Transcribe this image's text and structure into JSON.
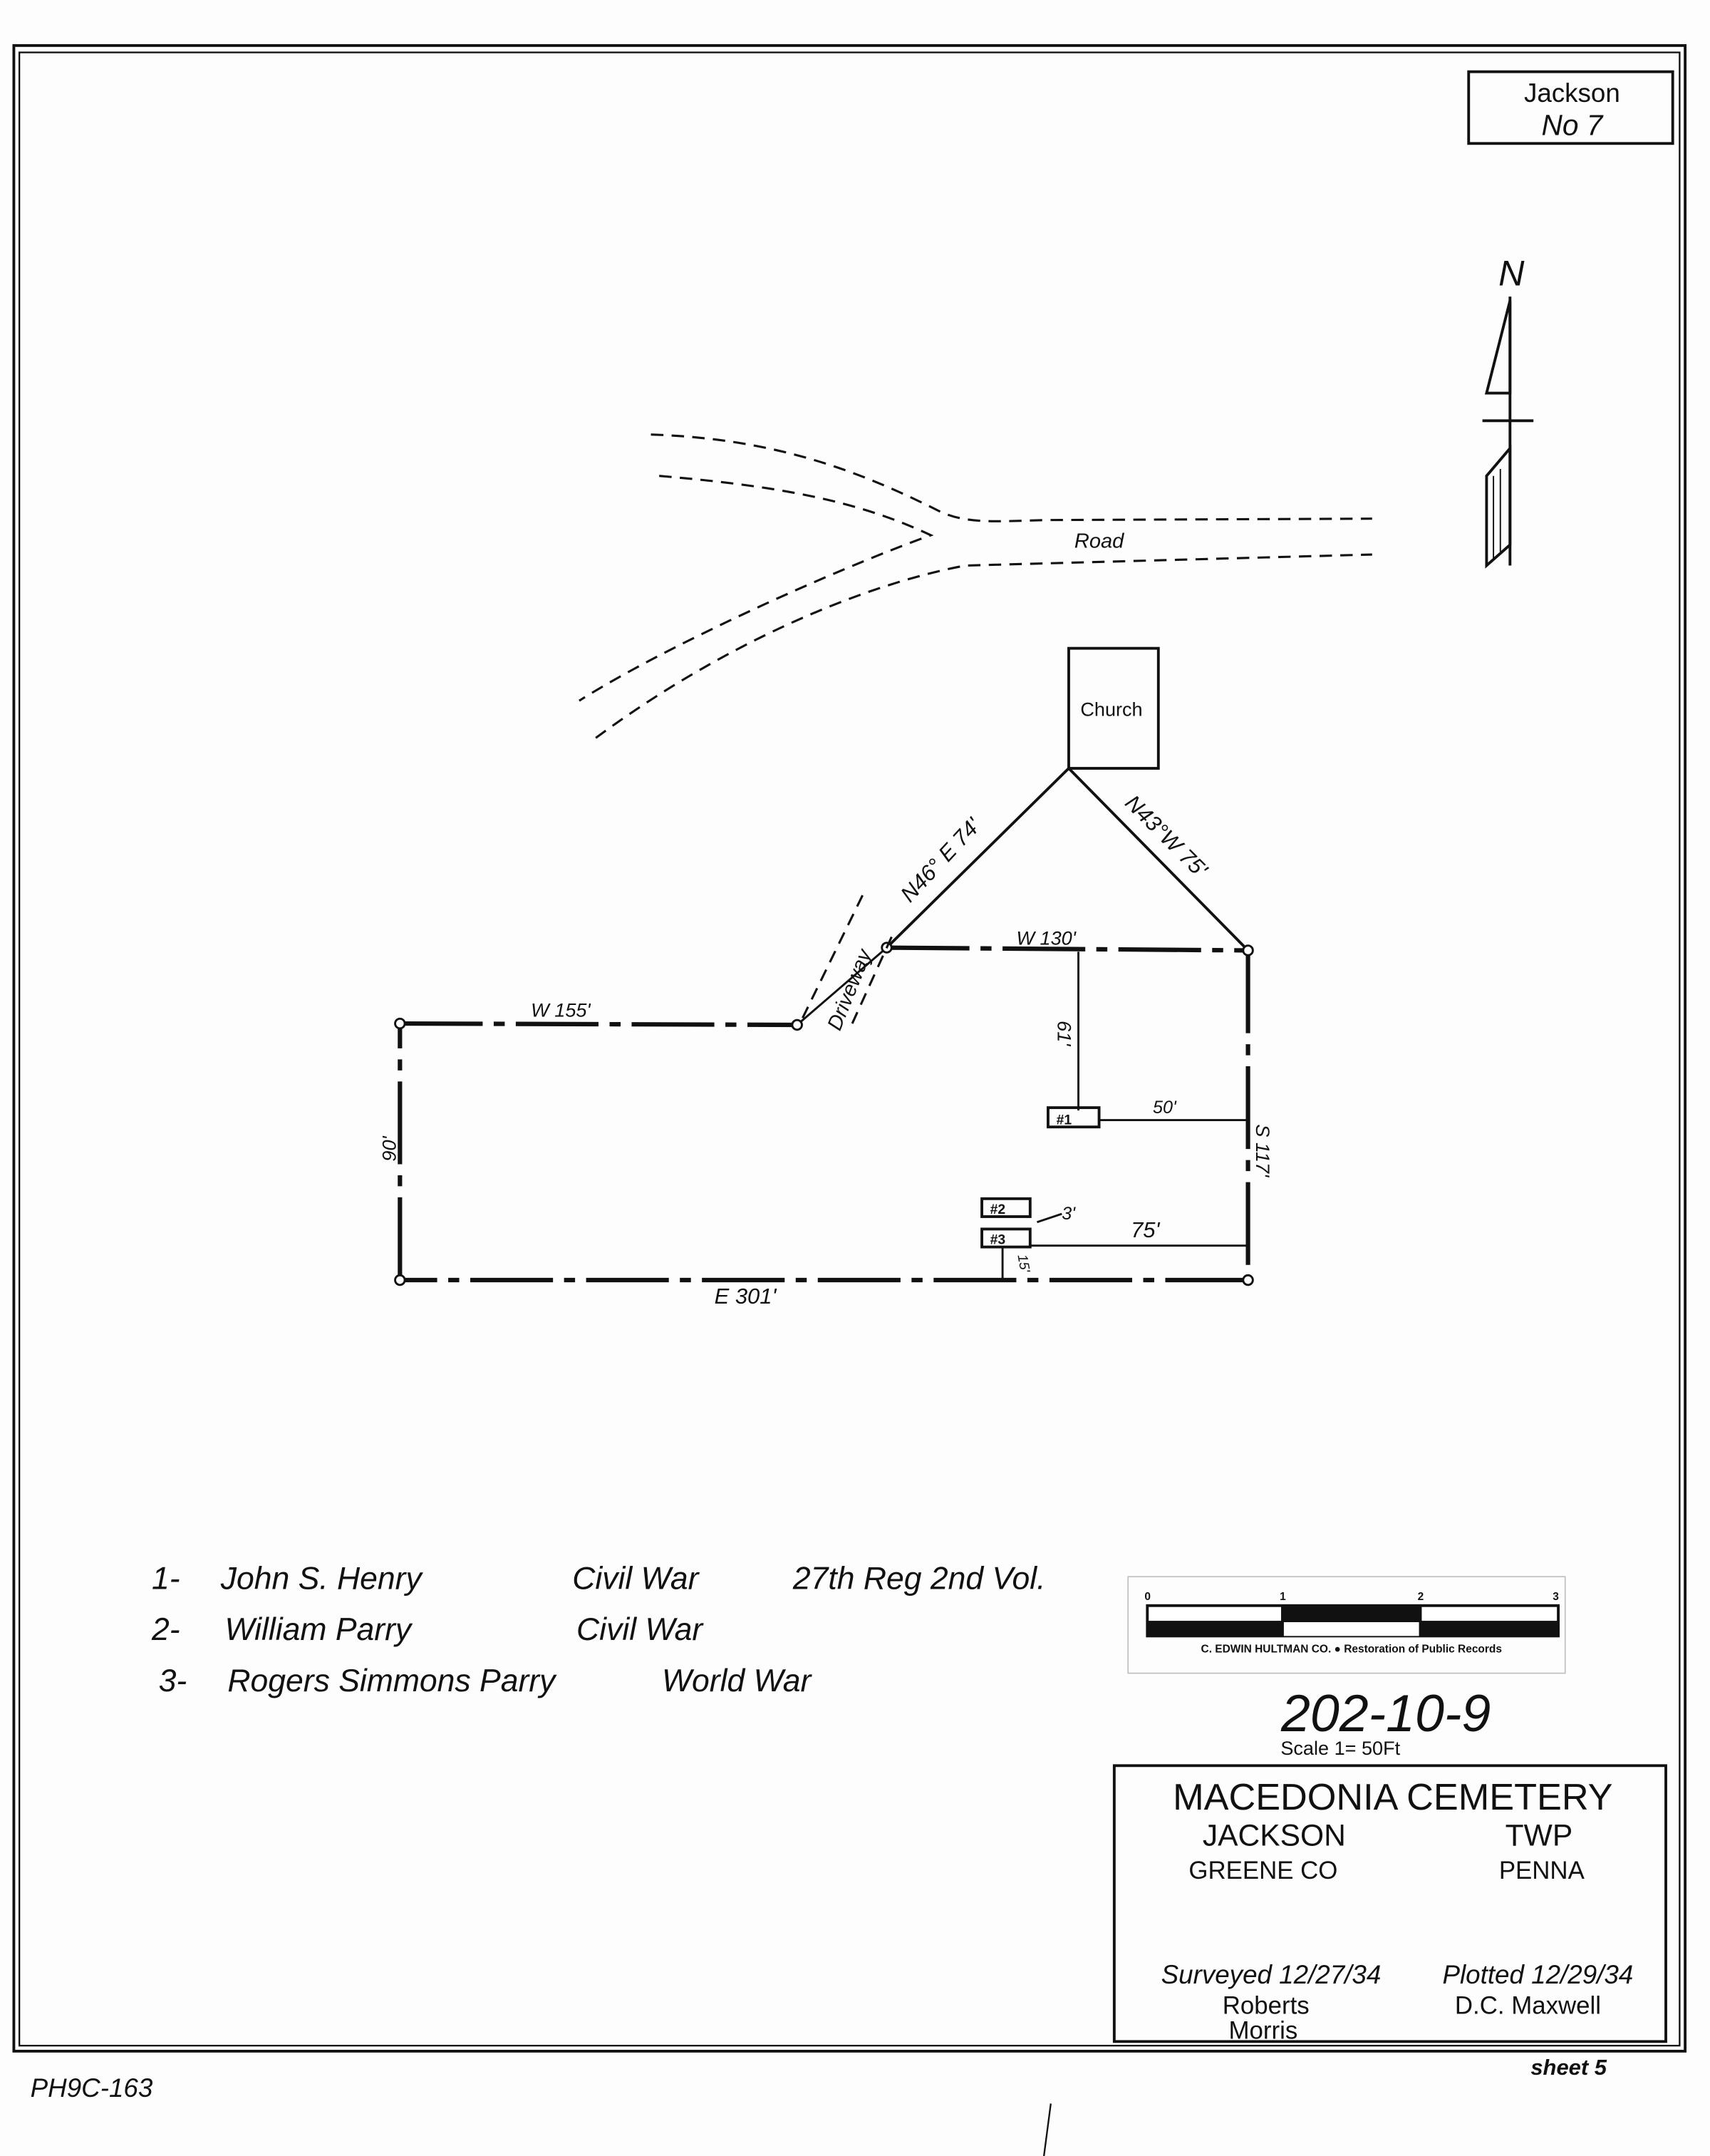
{
  "sheet_id": {
    "line1": "Jackson",
    "line2": "No 7"
  },
  "north_arrow": {
    "label": "N"
  },
  "map": {
    "road_label": "Road",
    "church_label": "Church",
    "driveway_label": "Driveway",
    "bearing_ne": "N46° E 74'",
    "bearing_nw": "N43°W 75'",
    "w130": "W 130'",
    "w155": "W 155'",
    "e301": "E  301'",
    "s117": "S 117'",
    "left90": "90'",
    "d61": "61'",
    "d50": "50'",
    "d75": "75'",
    "d3": "3'",
    "d15": "15'",
    "grave1": "#1",
    "grave2": "#2",
    "grave3": "#3"
  },
  "legend": [
    {
      "num": "1-",
      "name": "John S. Henry",
      "war": "Civil War",
      "unit": "27th Reg 2nd Vol."
    },
    {
      "num": "2-",
      "name": "William Parry",
      "war": "Civil War",
      "unit": ""
    },
    {
      "num": "3-",
      "name": "Rogers Simmons Parry",
      "war": "World War",
      "unit": ""
    }
  ],
  "scale_bar": {
    "ticks": [
      "0",
      "1",
      "2",
      "3"
    ],
    "credit": "C. EDWIN HULTMAN CO.  ●  Restoration of Public Records"
  },
  "record_number": "202-10-9",
  "scale_text": "Scale 1= 50Ft",
  "title_block": {
    "title": "MACEDONIA CEMETERY",
    "twp_name": "JACKSON",
    "twp": "TWP",
    "county": "GREENE CO",
    "state": "PENNA",
    "surveyed": "Surveyed 12/27/34",
    "surveyors": [
      "Roberts",
      "Morris"
    ],
    "plotted": "Plotted 12/29/34",
    "plotter": "D.C. Maxwell"
  },
  "footer": {
    "ref": "PH9C-163",
    "sheet": "sheet 5"
  }
}
